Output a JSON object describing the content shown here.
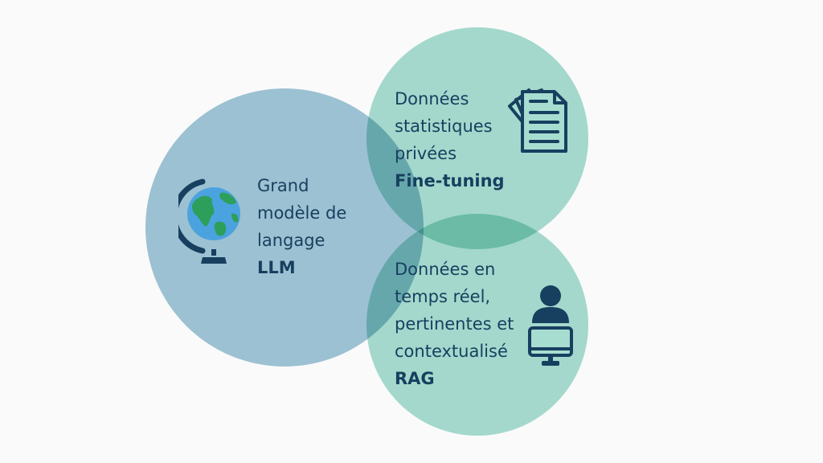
{
  "colors": {
    "llm_circle": "#9fc5d7",
    "finetuning_circle": "#a7ddd0",
    "rag_circle": "#a7ddd0",
    "text": "#173f5f",
    "icon_dark": "#173f5f"
  },
  "llm": {
    "lines": [
      "Grand",
      "modèle de",
      "langage"
    ],
    "acronym": "LLM",
    "icon": "globe-icon"
  },
  "finetuning": {
    "lines": [
      "Données",
      "statistiques",
      "privées"
    ],
    "method": "Fine-tuning",
    "icon": "documents-icon"
  },
  "rag": {
    "lines": [
      "Données en",
      "temps réel,",
      "pertinentes et",
      "contextualisé"
    ],
    "method": "RAG",
    "icon": "person-computer-icon"
  }
}
